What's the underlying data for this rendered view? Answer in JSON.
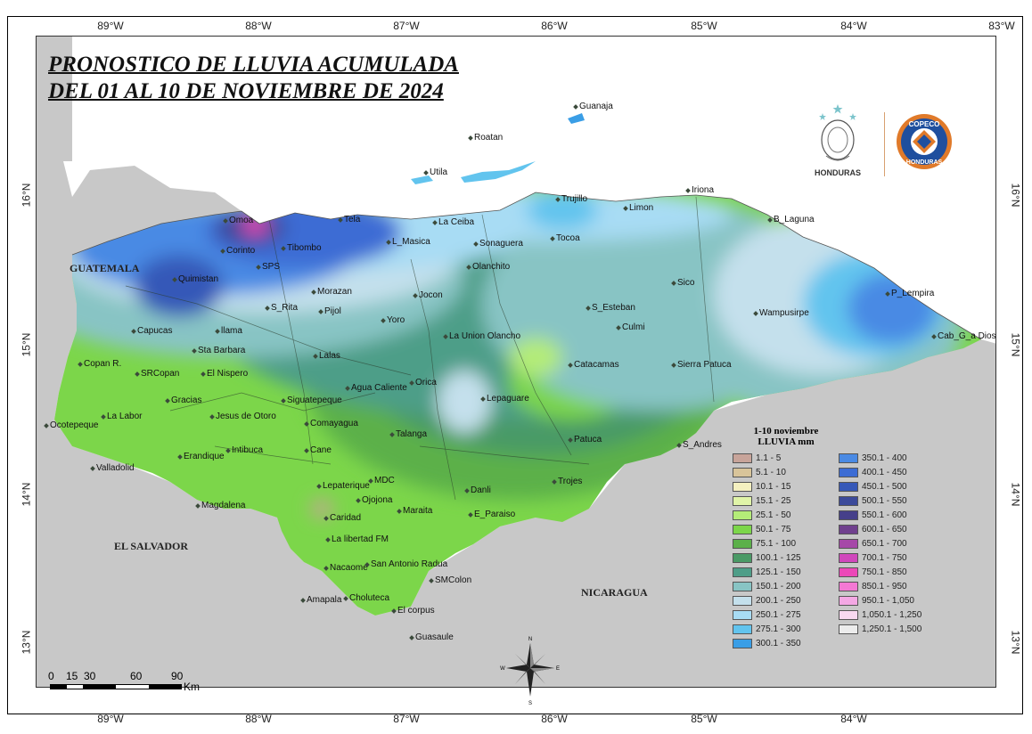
{
  "title": {
    "line1": "PRONOSTICO DE LLUVIA ACUMULADA",
    "line2": "DEL 01 AL 10 DE NOVIEMBRE DE 2024"
  },
  "longitudes": [
    "89°W",
    "88°W",
    "87°W",
    "86°W",
    "85°W",
    "84°W",
    "83°W"
  ],
  "latitudes": [
    "16°N",
    "15°N",
    "14°N",
    "13°N"
  ],
  "countries": {
    "guatemala": "GUATEMALA",
    "el_salvador": "EL SALVADOR",
    "nicaragua": "NICARAGUA"
  },
  "islands": {
    "guanaja": "Guanaja",
    "roatan": "Roatan",
    "utila": "Utila"
  },
  "places": [
    "Omoa",
    "Tela",
    "La Ceiba",
    "Trujillo",
    "Limon",
    "Iriona",
    "B_Laguna",
    "Corinto",
    "Tibombo",
    "L_Masica",
    "Sonaguera",
    "Tocoa",
    "SPS",
    "Quimistan",
    "Olanchito",
    "Morazan",
    "Jocon",
    "Sico",
    "S_Rita",
    "Pijol",
    "S_Esteban",
    "P_Lempira",
    "Wampusirpe",
    "Yoro",
    "Capucas",
    "llama",
    "La Union Olancho",
    "Culmi",
    "Cab_G_a Dios",
    "Sta Barbara",
    "Copan R.",
    "Lalas",
    "SRCopan",
    "El Nispero",
    "Catacamas",
    "Sierra Patuca",
    "Agua Caliente",
    "Orica",
    "Gracias",
    "Lepaguare",
    "Siguatepeque",
    "La Labor",
    "Jesus de Otoro",
    "Ocotepeque",
    "Comayagua",
    "Talanga",
    "Patuca",
    "S_Andres",
    "Erandique",
    "Intibuca",
    "Cane",
    "Valladolid",
    "Lepaterique",
    "MDC",
    "Danli",
    "Trojes",
    "Ojojona",
    "Magdalena",
    "Caridad",
    "Maraita",
    "E_Paraiso",
    "La libertad FM",
    "Nacaome",
    "San Antonio Radua",
    "SMColon",
    "Amapala",
    "Choluteca",
    "El corpus",
    "Guasaule"
  ],
  "legend": {
    "title1": "1-10 noviembre",
    "title2": "LLUVIA mm",
    "classes": [
      {
        "label": "1.1 - 5",
        "color": "#c8a49a"
      },
      {
        "label": "5.1 - 10",
        "color": "#d8c49a"
      },
      {
        "label": "10.1 - 15",
        "color": "#f4f0c0"
      },
      {
        "label": "15.1 - 25",
        "color": "#e0f4a8"
      },
      {
        "label": "25.1 - 50",
        "color": "#b4ec78"
      },
      {
        "label": "50.1 - 75",
        "color": "#7cd64a"
      },
      {
        "label": "75.1 - 100",
        "color": "#5cb04a"
      },
      {
        "label": "100.1 - 125",
        "color": "#4a9a66"
      },
      {
        "label": "125.1 - 150",
        "color": "#4e9e88"
      },
      {
        "label": "150.1 - 200",
        "color": "#88c4c4"
      },
      {
        "label": "200.1 - 250",
        "color": "#c4e0ec"
      },
      {
        "label": "250.1 - 275",
        "color": "#a8dcf4"
      },
      {
        "label": "275.1 - 300",
        "color": "#62c4ee"
      },
      {
        "label": "300.1 - 350",
        "color": "#3a9ee6"
      },
      {
        "label": "350.1 - 400",
        "color": "#4a8ae4"
      },
      {
        "label": "400.1 - 450",
        "color": "#3c6cd4"
      },
      {
        "label": "450.1 - 500",
        "color": "#3658b8"
      },
      {
        "label": "500.1 - 550",
        "color": "#3c4a9a"
      },
      {
        "label": "550.1 - 600",
        "color": "#46408a"
      },
      {
        "label": "600.1 - 650",
        "color": "#70408e"
      },
      {
        "label": "650.1 - 700",
        "color": "#a648a8"
      },
      {
        "label": "700.1 - 750",
        "color": "#d048bc"
      },
      {
        "label": "750.1 - 850",
        "color": "#ec48b8"
      },
      {
        "label": "850.1 - 950",
        "color": "#f478d4"
      },
      {
        "label": "950.1 - 1,050",
        "color": "#f4a8e4"
      },
      {
        "label": "1,050.1 - 1,250",
        "color": "#f8d8f0"
      },
      {
        "label": "1,250.1 - 1,500",
        "color": "#ececec"
      }
    ]
  },
  "scale": {
    "ticks": [
      "0",
      "15",
      "30",
      "60",
      "90"
    ],
    "unit": "Km"
  },
  "logos": {
    "honduras": "HONDURAS",
    "copeco_top": "COPECO",
    "copeco_bottom": "HONDURAS"
  },
  "compass": {
    "n": "N",
    "s": "S",
    "e": "E",
    "w": "W"
  },
  "colors": {
    "land_outside": "#c8c8c8",
    "sea": "#ffffff"
  }
}
